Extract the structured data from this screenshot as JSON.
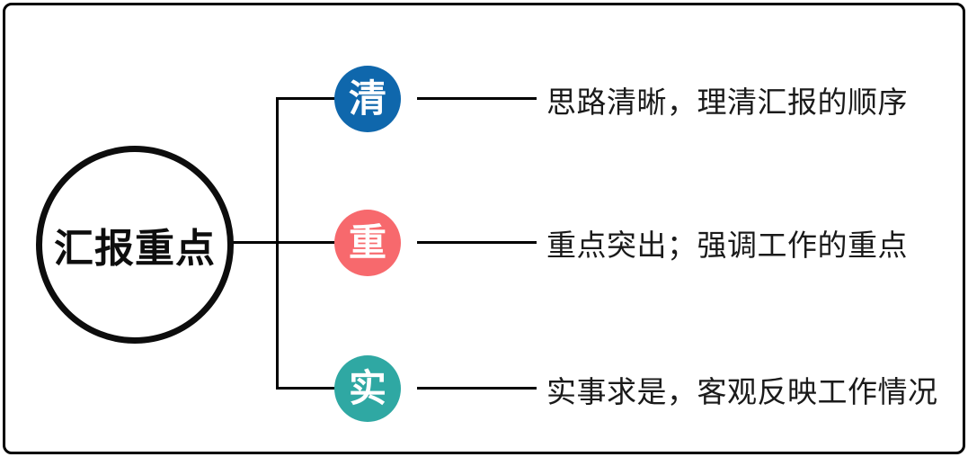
{
  "diagram": {
    "root": {
      "label": "汇报重点"
    },
    "branches": [
      {
        "key": "清",
        "color": "#0f67ac",
        "description": "思路清晰，理清汇报的顺序"
      },
      {
        "key": "重",
        "color": "#f7696d",
        "description": "重点突出；强调工作的重点"
      },
      {
        "key": "实",
        "color": "#2fa8a3",
        "description": "实事求是，客观反映工作情况"
      }
    ],
    "colors": {
      "line": "#000000",
      "frame": "#000000",
      "text": "#1a1a1a"
    }
  }
}
